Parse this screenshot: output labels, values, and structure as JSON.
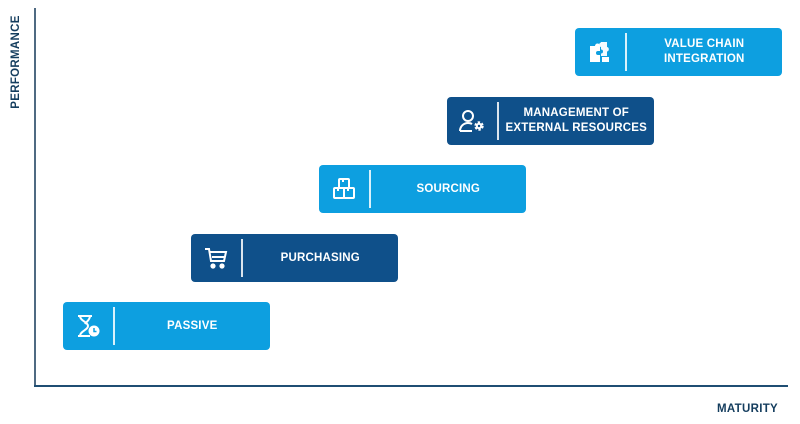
{
  "axes": {
    "y_label": "PERFORMANCE",
    "x_label": "MATURITY"
  },
  "stages": [
    {
      "label": "PASSIVE",
      "icon": "hourglass-clock-icon",
      "color": "#0d9fe0"
    },
    {
      "label": "PURCHASING",
      "icon": "shopping-cart-icon",
      "color": "#0f508a"
    },
    {
      "label": "SOURCING",
      "icon": "stacked-boxes-icon",
      "color": "#0d9fe0"
    },
    {
      "label": "MANAGEMENT OF EXTERNAL RESOURCES",
      "icon": "user-gear-icon",
      "color": "#0f508a"
    },
    {
      "label": "VALUE CHAIN INTEGRATION",
      "icon": "puzzle-icon",
      "color": "#0d9fe0"
    }
  ]
}
